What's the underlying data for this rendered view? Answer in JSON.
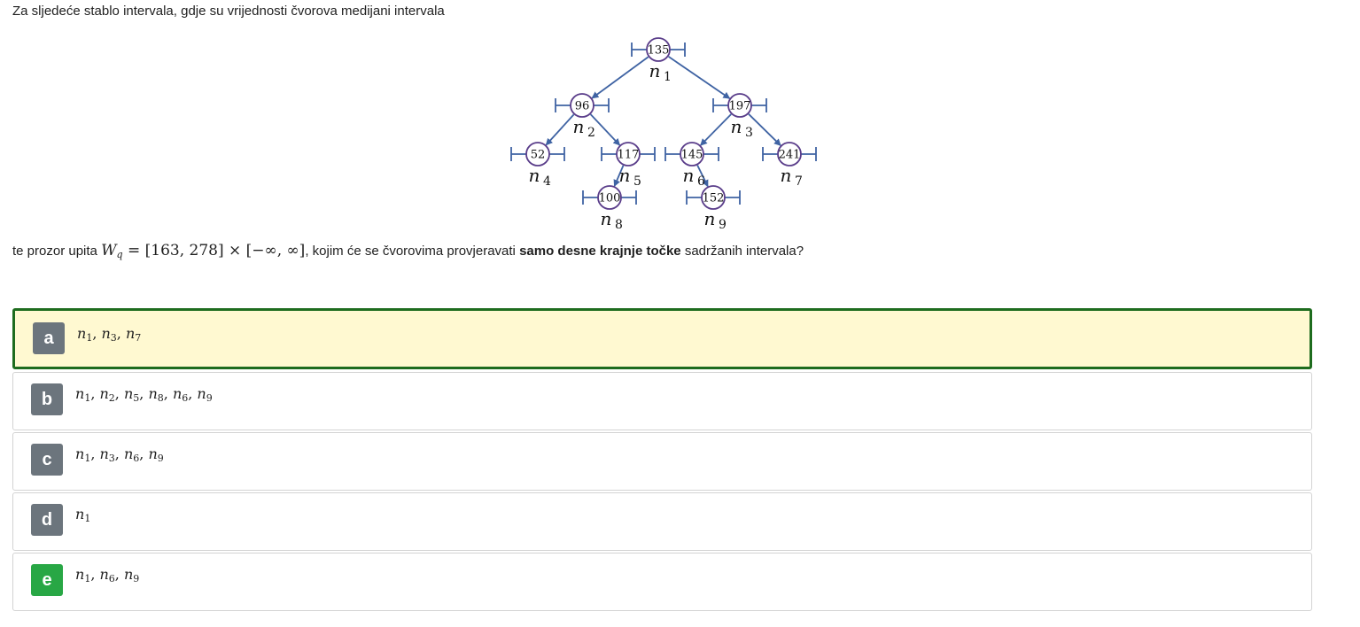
{
  "question": {
    "intro": "Za sljedeće stablo intervala, gdje su vrijednosti čvorova medijani intervala",
    "window_prefix": "te prozor upita",
    "window_var": "W",
    "window_sub": "q",
    "window_expr": "= [163, 278] × [−∞, ∞]",
    "window_middle": ", kojim će se čvorovima provjeravati",
    "window_bold": "samo desne krajnje točke",
    "window_suffix": " sadržanih intervala?"
  },
  "tree": {
    "node_color": "#5a3d8a",
    "edge_color": "#3f63a3",
    "nodes": [
      {
        "id": "n1",
        "value": "135",
        "label": "n",
        "index": "1"
      },
      {
        "id": "n2",
        "value": "96",
        "label": "n",
        "index": "2"
      },
      {
        "id": "n3",
        "value": "197",
        "label": "n",
        "index": "3"
      },
      {
        "id": "n4",
        "value": "52",
        "label": "n",
        "index": "4"
      },
      {
        "id": "n5",
        "value": "117",
        "label": "n",
        "index": "5"
      },
      {
        "id": "n6",
        "value": "145",
        "label": "n",
        "index": "6"
      },
      {
        "id": "n7",
        "value": "241",
        "label": "n",
        "index": "7"
      },
      {
        "id": "n8",
        "value": "100",
        "label": "n",
        "index": "8"
      },
      {
        "id": "n9",
        "value": "152",
        "label": "n",
        "index": "9"
      }
    ]
  },
  "options": [
    {
      "letter": "a",
      "var": "n",
      "indices": [
        "1",
        "3",
        "7"
      ],
      "selected": true,
      "correct": false
    },
    {
      "letter": "b",
      "var": "n",
      "indices": [
        "1",
        "2",
        "5",
        "8",
        "6",
        "9"
      ],
      "selected": false,
      "correct": false
    },
    {
      "letter": "c",
      "var": "n",
      "indices": [
        "1",
        "3",
        "6",
        "9"
      ],
      "selected": false,
      "correct": false
    },
    {
      "letter": "d",
      "var": "n",
      "indices": [
        "1"
      ],
      "selected": false,
      "correct": false
    },
    {
      "letter": "e",
      "var": "n",
      "indices": [
        "1",
        "6",
        "9"
      ],
      "selected": false,
      "correct": true
    }
  ],
  "colors": {
    "selected_border": "#1e6c1e",
    "selected_bg": "#fff9d1",
    "badge_default": "#6c757d",
    "badge_correct": "#28a745"
  }
}
